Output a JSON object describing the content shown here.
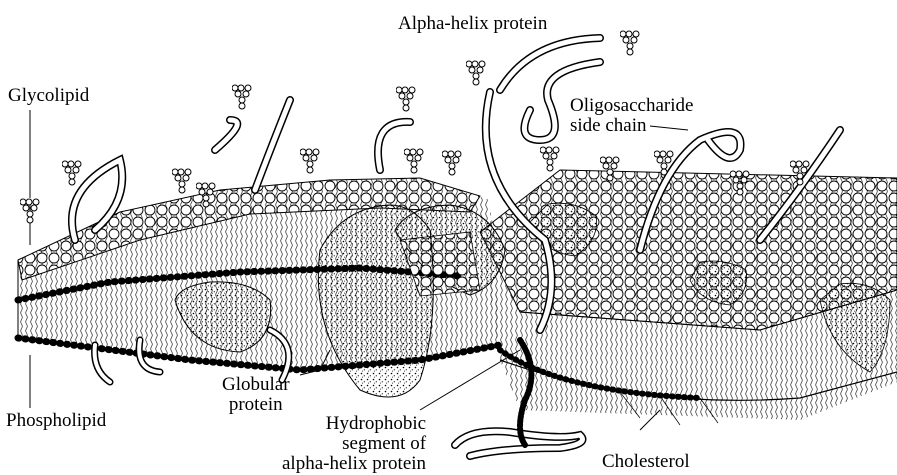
{
  "labels": {
    "alpha_helix_protein": "Alpha-helix protein",
    "glycolipid": "Glycolipid",
    "oligosaccharide_line1": "Oligosaccharide",
    "oligosaccharide_line2": "side chain",
    "globular_line1": "Globular",
    "globular_line2": "protein",
    "phospholipid": "Phospholipid",
    "hydrophobic_line1": "Hydrophobic",
    "hydrophobic_line2": "segment of",
    "hydrophobic_line3": "alpha-helix protein",
    "cholesterol": "Cholesterol"
  },
  "colors": {
    "ink": "#000000",
    "paper": "#ffffff"
  }
}
